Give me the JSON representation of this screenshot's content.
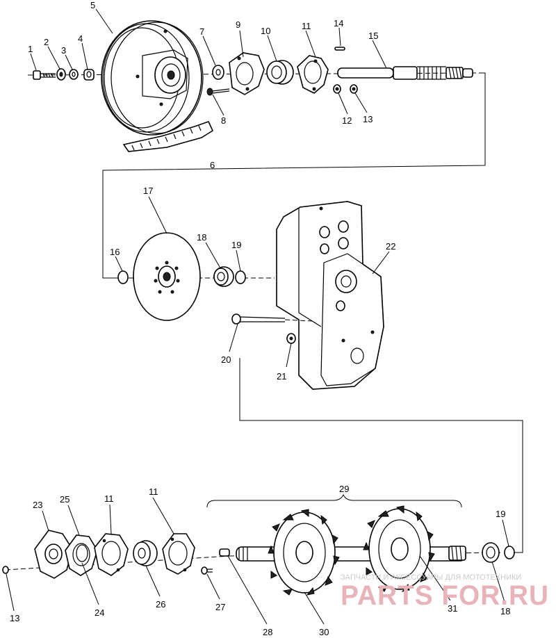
{
  "callouts": {
    "c1": "1",
    "c2": "2",
    "c3": "3",
    "c4": "4",
    "c5": "5",
    "c6": "6",
    "c7": "7",
    "c8": "8",
    "c9": "9",
    "c10": "10",
    "c11a": "11",
    "c11b": "11",
    "c11c": "11",
    "c12": "12",
    "c13a": "13",
    "c13b": "13",
    "c14": "14",
    "c15": "15",
    "c16": "16",
    "c17": "17",
    "c18a": "18",
    "c18b": "18",
    "c19a": "19",
    "c19b": "19",
    "c20": "20",
    "c21": "21",
    "c22": "22",
    "c23": "23",
    "c24": "24",
    "c25": "25",
    "c26": "26",
    "c27": "27",
    "c28": "28",
    "c29": "29",
    "c30": "30",
    "c31": "31"
  },
  "watermark": {
    "tagline": "ЗАПЧАСТИ И АКСЕССУАРЫ ДЛЯ МОТОТЕХНИКИ",
    "logo": "PARTS FOR.RU"
  }
}
